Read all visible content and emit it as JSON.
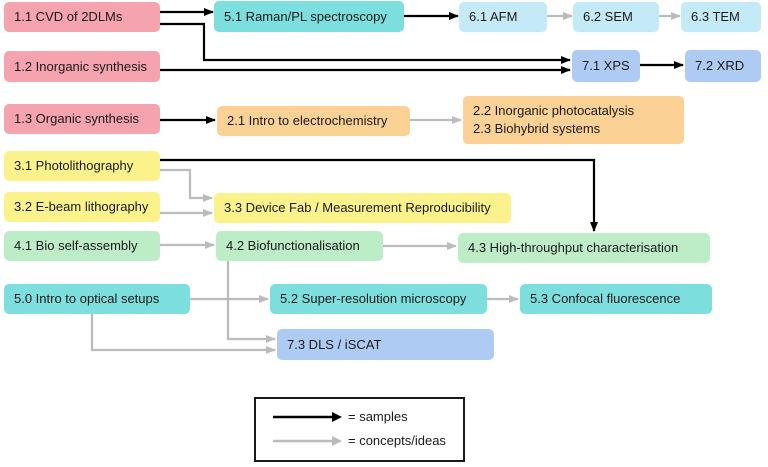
{
  "nodes": {
    "n11": "1.1 CVD of 2DLMs",
    "n12": "1.2 Inorganic synthesis",
    "n13": "1.3 Organic synthesis",
    "n21": "2.1 Intro to electrochemistry",
    "n22": "2.2 Inorganic photocatalysis",
    "n23": "2.3 Biohybrid systems",
    "n31": "3.1 Photolithography",
    "n32": "3.2 E-beam lithography",
    "n33": "3.3 Device Fab / Measurement Reproducibility",
    "n41": "4.1 Bio self-assembly",
    "n42": "4.2 Biofunctionalisation",
    "n43": "4.3 High-throughput characterisation",
    "n50": "5.0 Intro to optical setups",
    "n51": "5.1 Raman/PL spectroscopy",
    "n52": "5.2 Super-resolution microscopy",
    "n53": "5.3 Confocal fluorescence",
    "n61": "6.1 AFM",
    "n62": "6.2 SEM",
    "n63": "6.3 TEM",
    "n71": "7.1 XPS",
    "n72": "7.2 XRD",
    "n73": "7.3 DLS / iSCAT"
  },
  "legend": {
    "samples": "= samples",
    "concepts": "= concepts/ideas"
  },
  "colors": {
    "samples_arrow": "#000000",
    "concepts_arrow": "#bbbbbb"
  }
}
